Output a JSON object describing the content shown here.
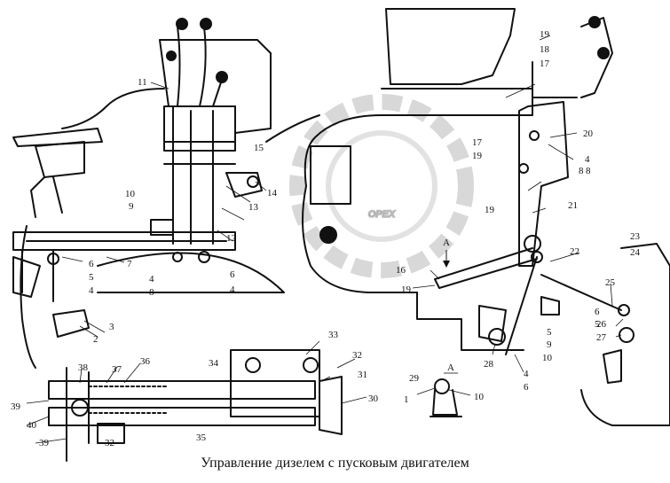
{
  "caption": "Управление дизелем с  пусковым двигателем",
  "watermark": "OPEX",
  "view_marker": "A",
  "view_label": "A",
  "callouts": [
    "1",
    "2",
    "3",
    "4",
    "4",
    "4",
    "4",
    "4",
    "5",
    "5",
    "5",
    "6",
    "6",
    "6",
    "6",
    "7",
    "8",
    "8",
    "8",
    "9",
    "9",
    "10",
    "10",
    "10",
    "11",
    "12",
    "13",
    "14",
    "15",
    "16",
    "17",
    "17",
    "18",
    "19",
    "19",
    "19",
    "19",
    "20",
    "21",
    "22",
    "23",
    "24",
    "25",
    "26",
    "27",
    "28",
    "29",
    "30",
    "31",
    "32",
    "32",
    "33",
    "34",
    "35",
    "36",
    "37",
    "38",
    "39",
    "39",
    "40"
  ],
  "colors": {
    "ink": "#111111",
    "watermark": "#d8d8d8"
  }
}
